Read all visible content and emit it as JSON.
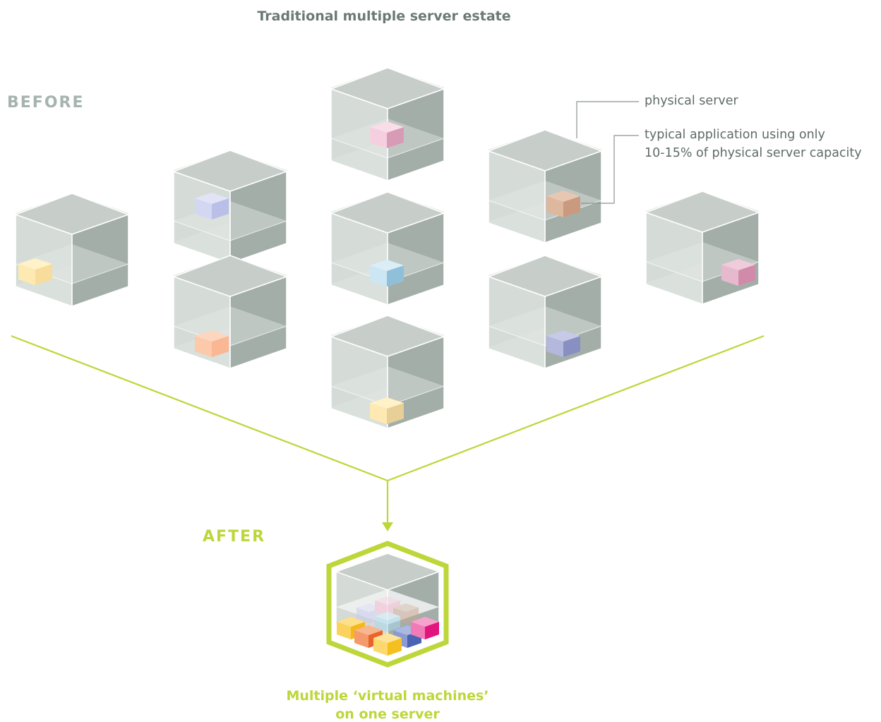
{
  "title": "Traditional multiple server estate",
  "before_label": "BEFORE",
  "after_label": "AFTER",
  "callouts": {
    "server": "physical server",
    "app_line1": "typical application using only",
    "app_line2": "10-15% of physical server capacity"
  },
  "caption": {
    "line1": "Multiple ‘virtual machines’",
    "line2": "on one server"
  },
  "colors": {
    "accent_green": "#bdd63a",
    "before_gray": "#a6b3af",
    "callout_line": "#8a9491",
    "server_top": "#c7ceca",
    "server_side": "#a3aea8"
  },
  "icons": {
    "server": "physical-server-cube-icon",
    "app": "application-cube-icon",
    "virtual_host": "virtualized-server-hexagon-icon"
  }
}
